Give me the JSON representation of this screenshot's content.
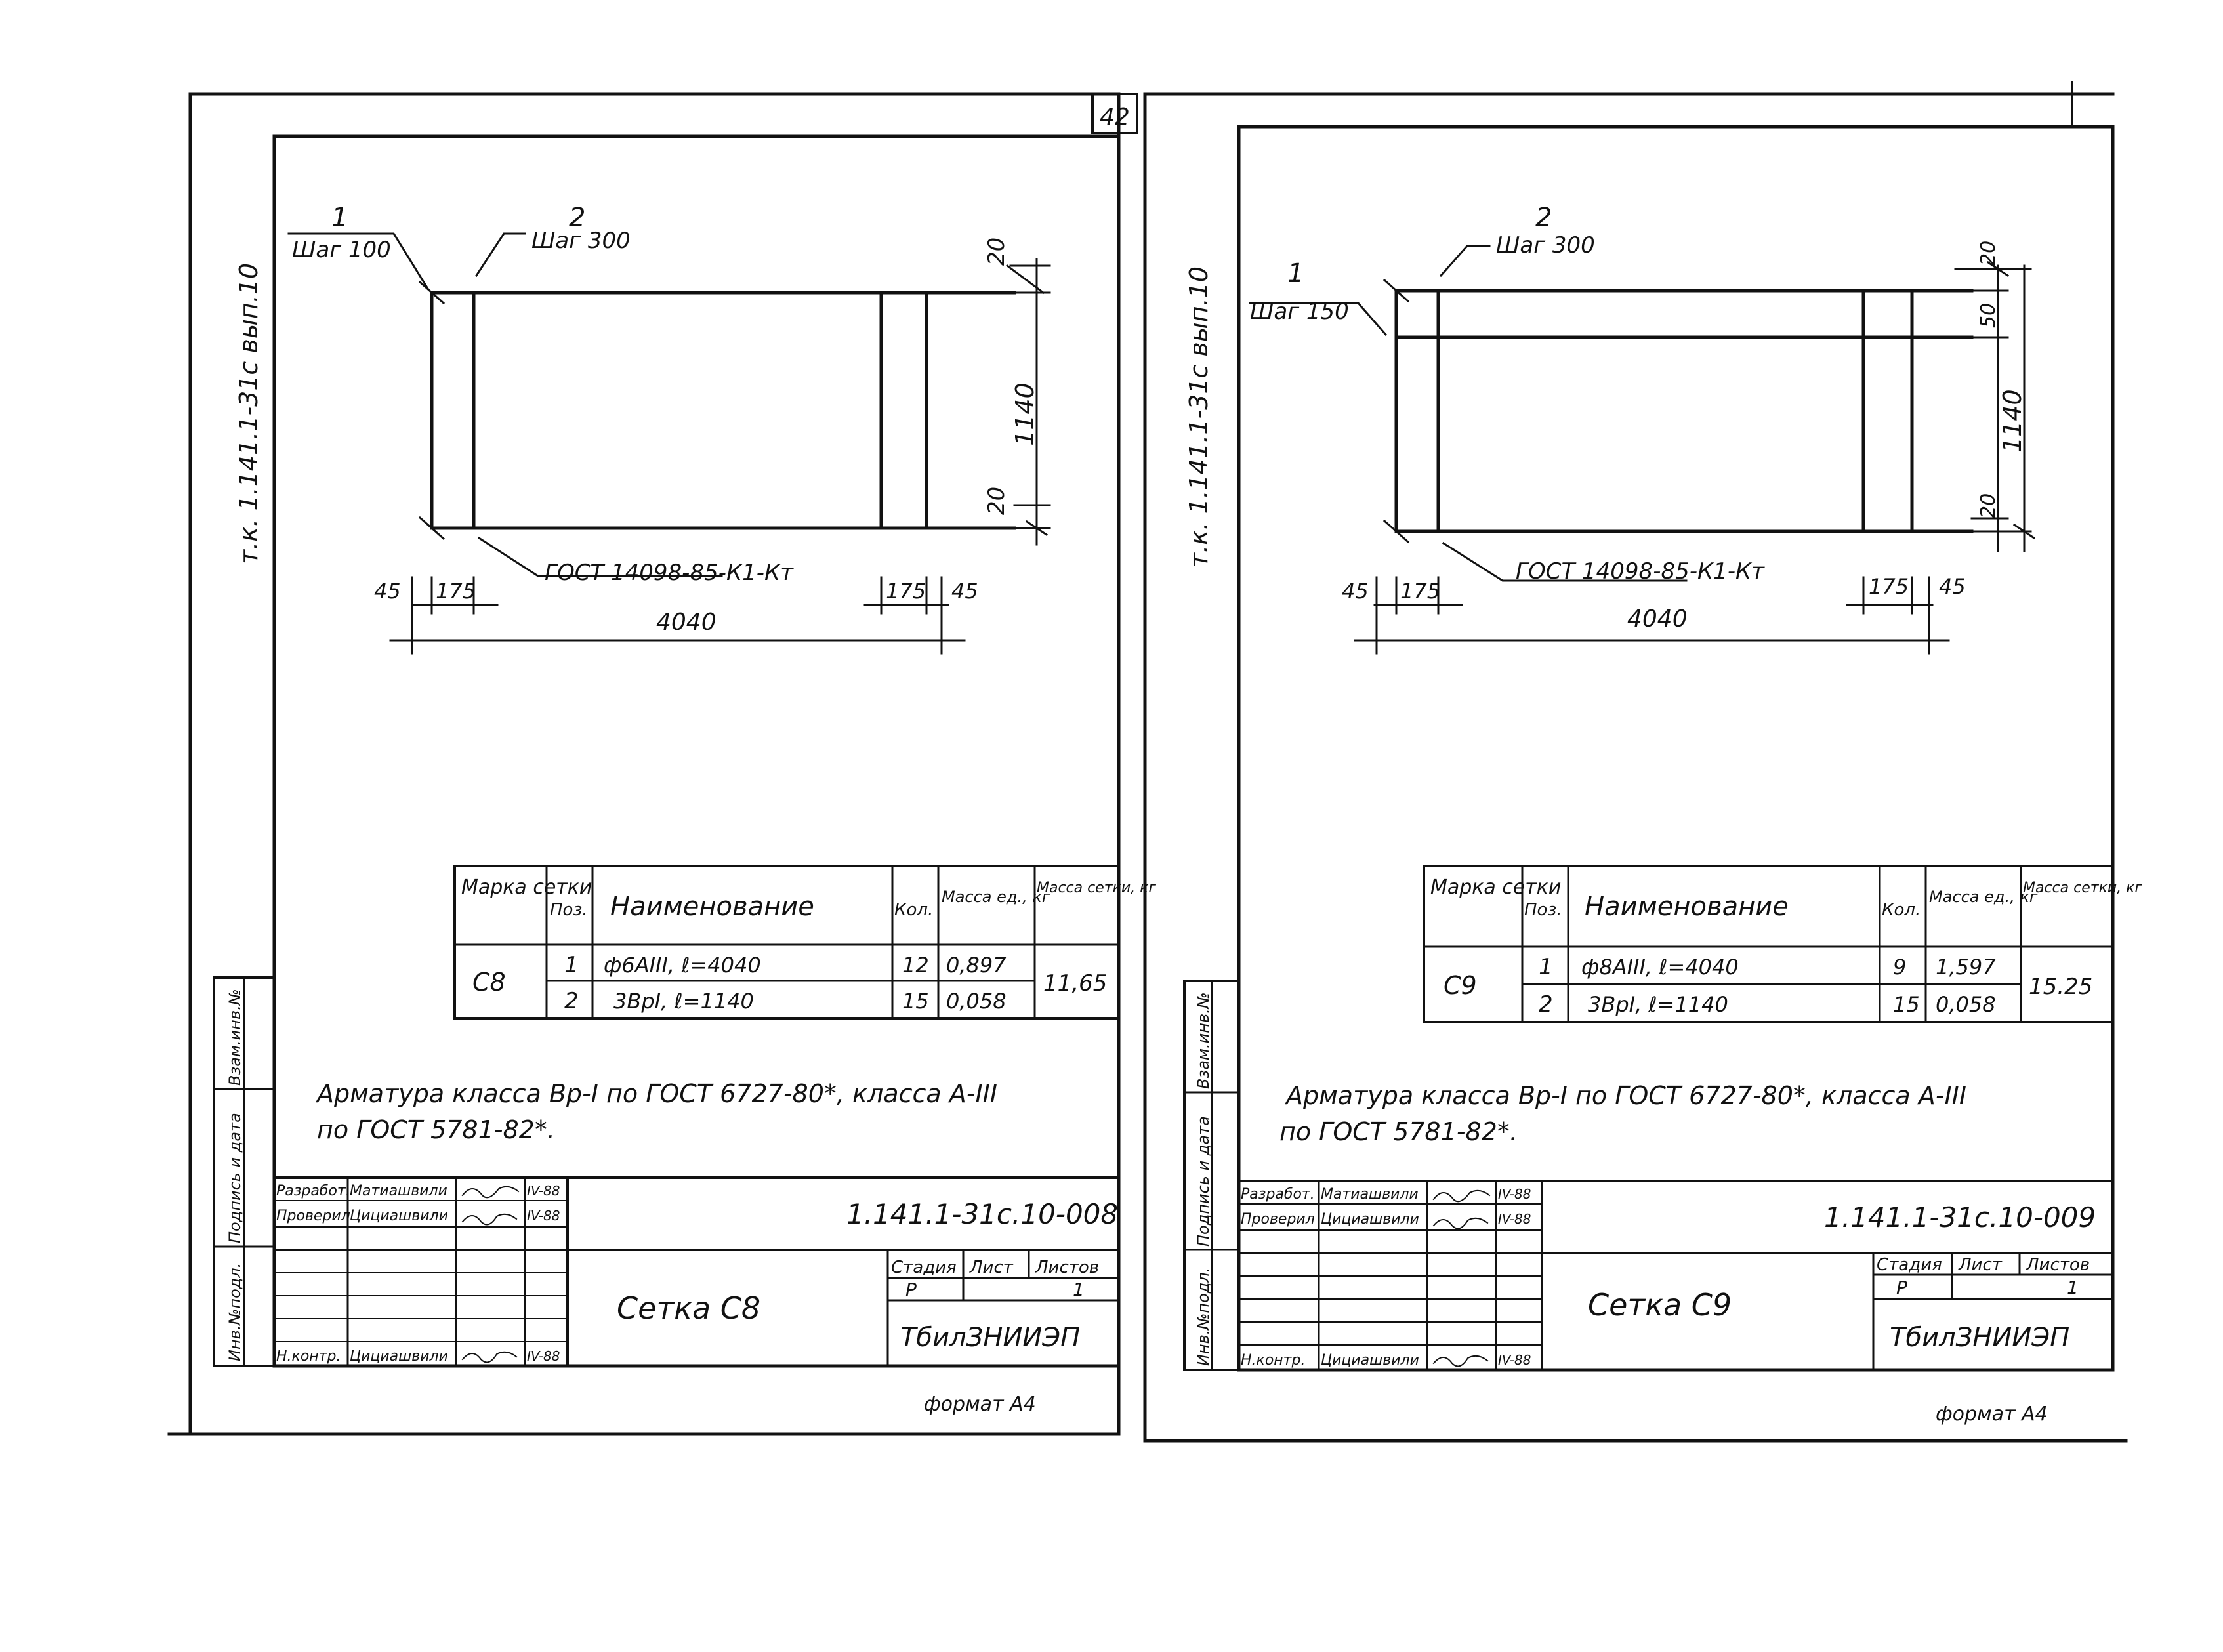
{
  "page_number": "42",
  "sheets": [
    {
      "series_label": "т.к. 1.141.1-31с  вып.10",
      "callout1_num": "1",
      "callout1_step": "Шаг 100",
      "callout2_num": "2",
      "callout2_step": "Шаг 300",
      "gost_label": "ГОСТ 14098-85-К1-Кт",
      "dims": {
        "top_right": "20",
        "height": "1140",
        "bottom_right": "20",
        "mid_right": "",
        "left_edge": "45",
        "left_step": "175",
        "right_step": "175",
        "right_edge": "45",
        "length": "4040"
      },
      "spec_table": {
        "headers": [
          "Марка сетки",
          "Поз.",
          "Наименование",
          "Кол.",
          "Масса ед., кг",
          "Масса сетки, кг"
        ],
        "mark": "С8",
        "rows": [
          {
            "pos": "1",
            "name": "ф6АIII,   ℓ=4040",
            "qty": "12",
            "unit_mass": "0,897"
          },
          {
            "pos": "2",
            "name": "3ВрI,   ℓ=1140",
            "qty": "15",
            "unit_mass": "0,058"
          }
        ],
        "total_mass": "11,65"
      },
      "note_line1": "Арматура класса Вр-I по ГОСТ 6727-80*, класса А-III",
      "note_line2": "по ГОСТ 5781-82*.",
      "title_block": {
        "doc_code": "1.141.1-31с.10-008",
        "title": "Сетка С8",
        "role1": "Разработ.",
        "name1": "Матиашвили",
        "date1": "IV-88",
        "role2": "Проверил",
        "name2": "Цициашвили",
        "date2": "IV-88",
        "role3": "Н.контр.",
        "name3": "Цициашвили",
        "date3": "IV-88",
        "stage_h": "Стадия",
        "sheet_h": "Лист",
        "sheets_h": "Листов",
        "stage": "Р",
        "sheets_count": "1",
        "org": "ТбилЗНИИЭП"
      },
      "side_labels": [
        "Инв.№подл.",
        "Подпись и дата",
        "Взам.инв.№"
      ],
      "format": "формат А4"
    },
    {
      "series_label": "т.к. 1.141.1-31с  вып.10",
      "callout1_num": "1",
      "callout1_step": "Шаг 150",
      "callout2_num": "2",
      "callout2_step": "Шаг 300",
      "gost_label": "ГОСТ 14098-85-К1-Кт",
      "dims": {
        "top_right": "20",
        "height": "1140",
        "bottom_right": "20",
        "mid_right": "50",
        "left_edge": "45",
        "left_step": "175",
        "right_step": "175",
        "right_edge": "45",
        "length": "4040"
      },
      "spec_table": {
        "headers": [
          "Марка сетки",
          "Поз.",
          "Наименование",
          "Кол.",
          "Масса ед., кг",
          "Масса сетки, кг"
        ],
        "mark": "С9",
        "rows": [
          {
            "pos": "1",
            "name": "ф8АIII,   ℓ=4040",
            "qty": "9",
            "unit_mass": "1,597"
          },
          {
            "pos": "2",
            "name": "3ВрI,   ℓ=1140",
            "qty": "15",
            "unit_mass": "0,058"
          }
        ],
        "total_mass": "15.25"
      },
      "note_line1": "Арматура класса Вр-I по ГОСТ 6727-80*, класса А-III",
      "note_line2": "по ГОСТ 5781-82*.",
      "title_block": {
        "doc_code": "1.141.1-31с.10-009",
        "title": "Сетка С9",
        "role1": "Разработ.",
        "name1": "Матиашвили",
        "date1": "IV-88",
        "role2": "Проверил",
        "name2": "Цициашвили",
        "date2": "IV-88",
        "role3": "Н.контр.",
        "name3": "Цициашвили",
        "date3": "IV-88",
        "stage_h": "Стадия",
        "sheet_h": "Лист",
        "sheets_h": "Листов",
        "stage": "Р",
        "sheets_count": "1",
        "org": "ТбилЗНИИЭП"
      },
      "side_labels": [
        "Инв.№подл.",
        "Подпись и дата",
        "Взам.инв.№"
      ],
      "format": "формат А4"
    }
  ]
}
